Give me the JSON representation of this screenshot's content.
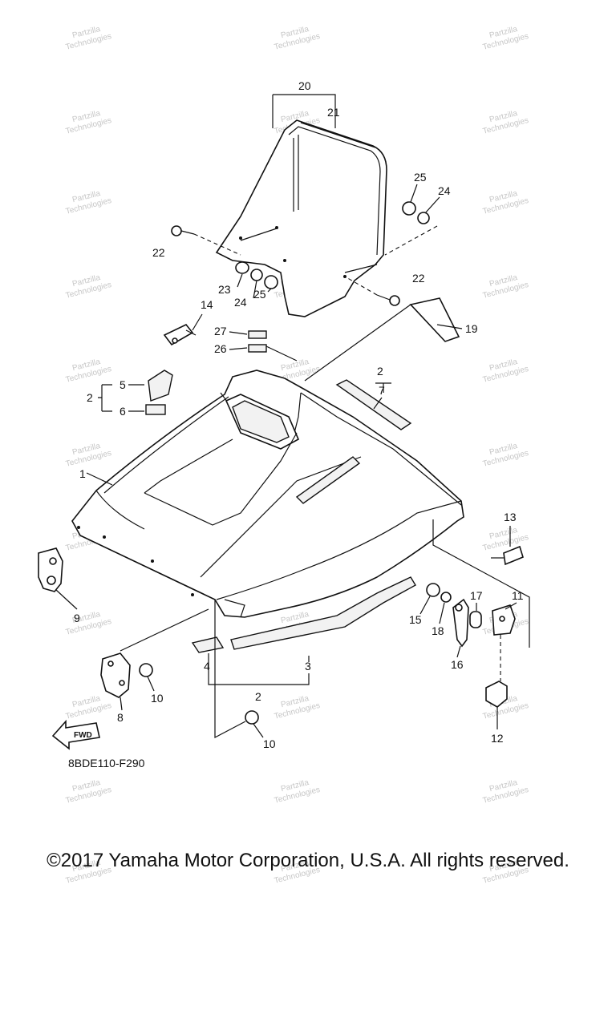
{
  "diagram_code": "8BDE110-F290",
  "copyright": "©2017 Yamaha Motor Corporation, U.S.A. All rights reserved.",
  "watermark_line1": "Partzilla",
  "watermark_line2": "Technologies",
  "fwd_label": "FWD",
  "callouts": {
    "c1": "1",
    "c2a": "2",
    "c2b": "2",
    "c2c": "2",
    "c3": "3",
    "c4": "4",
    "c5": "5",
    "c6": "6",
    "c7": "7",
    "c8": "8",
    "c9": "9",
    "c10a": "10",
    "c10b": "10",
    "c11": "11",
    "c12": "12",
    "c13": "13",
    "c14": "14",
    "c15": "15",
    "c16": "16",
    "c17": "17",
    "c18": "18",
    "c19": "19",
    "c20": "20",
    "c21": "21",
    "c22a": "22",
    "c22b": "22",
    "c23": "23",
    "c24a": "24",
    "c24b": "24",
    "c25a": "25",
    "c25b": "25",
    "c26": "26",
    "c27": "27"
  }
}
